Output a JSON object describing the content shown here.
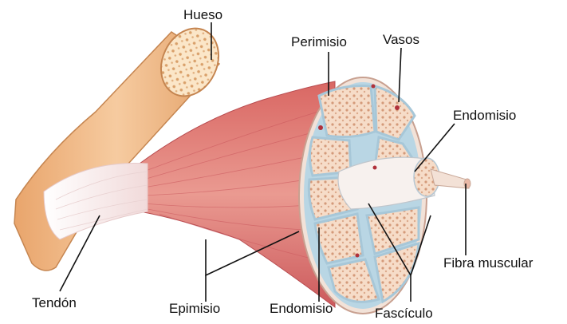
{
  "labels": {
    "hueso": "Hueso",
    "perimisio": "Perimisio",
    "vasos": "Vasos",
    "endomisio_top": "Endomisio",
    "fibra_muscular": "Fibra muscular",
    "tendon": "Tendón",
    "epimisio": "Epimisio",
    "endomisio_bottom": "Endomisio",
    "fasciculo": "Fascículo"
  },
  "colors": {
    "bone": "#f0bd8e",
    "bone_shade": "#d8995e",
    "muscle": "#e07a76",
    "muscle_dark": "#c9565a",
    "tendon": "#f4f0f0",
    "fascicle": "#f4d3bd",
    "section_bg": "#fbeee4",
    "membrane": "#b8d6e6"
  }
}
